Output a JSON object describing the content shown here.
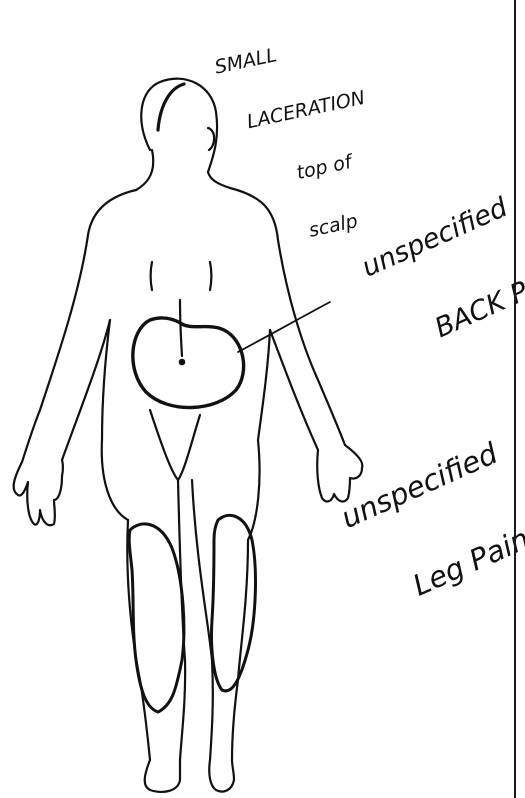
{
  "annotations": {
    "scalp": [
      "SMALL",
      "LACERATION",
      "top of",
      "scalp"
    ],
    "back": [
      "unspecified",
      "BACK PAIN"
    ],
    "leg": [
      "unspecified",
      "Leg Pain"
    ]
  },
  "colors": {
    "ink": "#111111",
    "paper": "#ffffff"
  }
}
